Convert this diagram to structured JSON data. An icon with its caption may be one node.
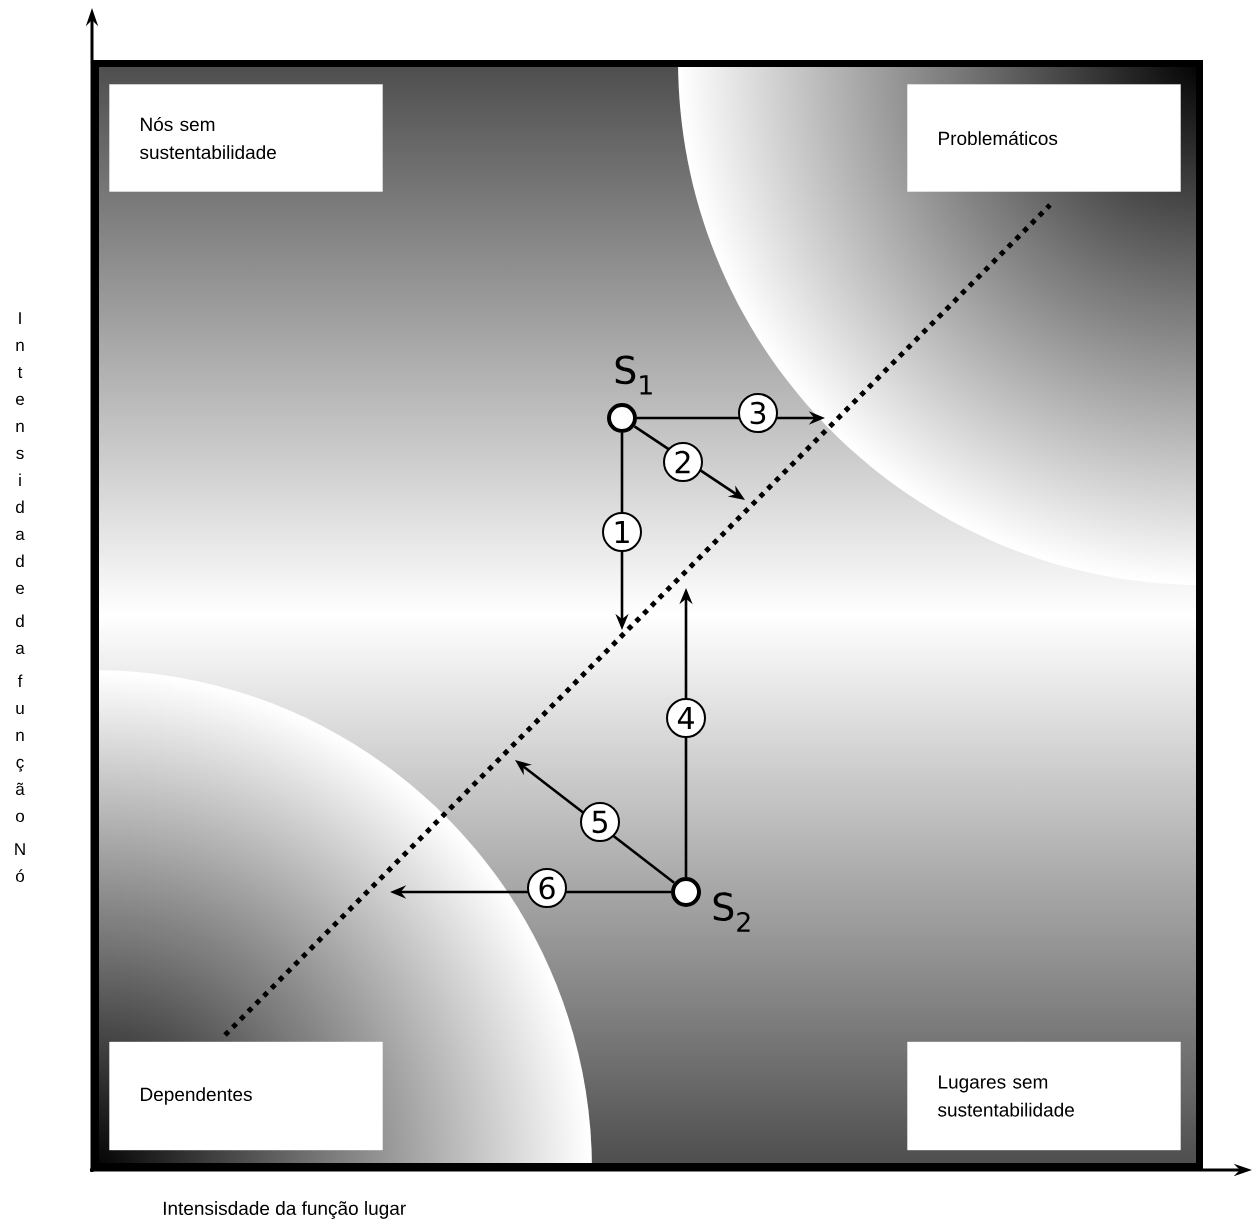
{
  "diagram": {
    "nodes": [
      {
        "text": [
          "Nós sem sustentabilidade"
        ]
      },
      {
        "text": [
          "Problemáticos"
        ]
      },
      {
        "text": [
          "Dependentes"
        ]
      },
      {
        "text": [
          "Lugares sem sustentabilidade"
        ]
      },
      {
        "text": [],
        "shape": "circle",
        "beside": [
          "S$_{1}$"
        ]
      },
      {
        "text": [],
        "shape": "circle",
        "beside": [
          "S$_{2}$"
        ]
      }
    ],
    "edges": [
      {
        "from": 4,
        "to": null,
        "arrow": "to",
        "label": "1"
      },
      {
        "from": 4,
        "to": null,
        "arrow": "to",
        "label": "2"
      },
      {
        "from": 4,
        "to": null,
        "arrow": "to",
        "label": "3"
      },
      {
        "from": 5,
        "to": null,
        "arrow": "to",
        "label": "4"
      },
      {
        "from": 5,
        "to": null,
        "arrow": "to",
        "label": "5"
      },
      {
        "from": 5,
        "to": null,
        "arrow": "to",
        "label": "6"
      }
    ],
    "labels": [
      "Intensidade da função Nó",
      "Intensisdade da função lugar"
    ]
  }
}
